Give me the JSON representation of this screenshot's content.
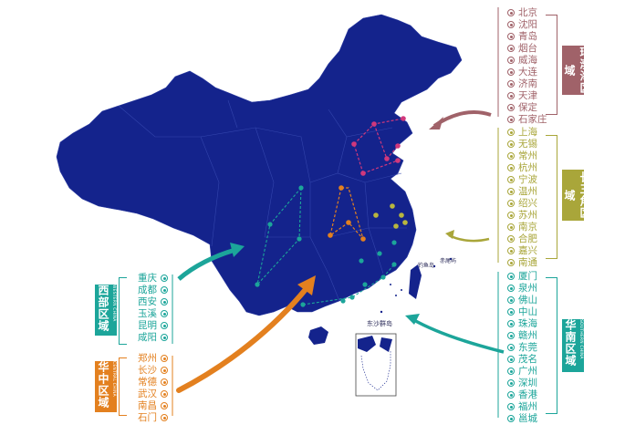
{
  "regions": {
    "bohai": {
      "label": "环渤海区域",
      "en": "RIM BOHAI RIM",
      "color": "#a06269",
      "cities": [
        "北京",
        "沈阳",
        "青岛",
        "烟台",
        "威海",
        "大连",
        "济南",
        "天津",
        "保定",
        "石家庄"
      ]
    },
    "yangtze": {
      "label": "长三角区域",
      "en": "YANGTZE RIVER DELTA",
      "color": "#a9a63a",
      "cities": [
        "上海",
        "无锡",
        "常州",
        "杭州",
        "宁波",
        "温州",
        "绍兴",
        "苏州",
        "南京",
        "合肥",
        "嘉兴",
        "南通"
      ]
    },
    "south": {
      "label": "华南区域",
      "en": "SOUTHERN CHINA",
      "color": "#1ca59a",
      "cities": [
        "厦门",
        "泉州",
        "佛山",
        "中山",
        "珠海",
        "赣州",
        "东莞",
        "茂名",
        "广州",
        "深圳",
        "香港",
        "福州",
        "邕城"
      ]
    },
    "western": {
      "label": "西部区域",
      "en": "WESTERN CHINA",
      "color": "#1ca59a",
      "cities": [
        "重庆",
        "成都",
        "西安",
        "玉溪",
        "昆明",
        "咸阳"
      ]
    },
    "central": {
      "label": "华中区域",
      "en": "CENTRAL CHINA",
      "color": "#e3801f",
      "cities": [
        "郑州",
        "长沙",
        "常德",
        "武汉",
        "南昌",
        "石门"
      ]
    }
  },
  "map": {
    "land_color": "#14238c",
    "islands": {
      "diaoyu": "钓鱼岛",
      "chiwei": "赤尾屿",
      "dongsha": "东沙群岛"
    }
  }
}
